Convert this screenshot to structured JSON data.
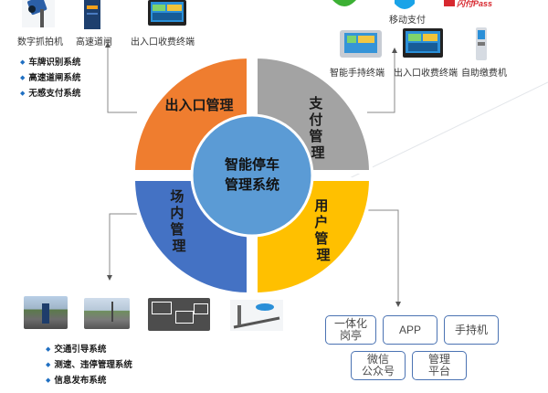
{
  "top_left_devices": [
    {
      "caption": "数字抓拍机",
      "icon": "camera-icon"
    },
    {
      "caption": "高速道闸",
      "icon": "barrier-gate-icon"
    },
    {
      "caption": "出入口收费终端",
      "icon": "toll-terminal-icon"
    }
  ],
  "top_left_list": [
    "车牌识别系统",
    "高速道闸系统",
    "无感支付系统"
  ],
  "top_right_payments": [
    {
      "caption": "",
      "icon": "wechat-icon"
    },
    {
      "caption": "移动支付",
      "icon": "mobile-pay-icon"
    },
    {
      "caption": "",
      "icon": "quickpass-icon",
      "label": "闪付Pass"
    }
  ],
  "top_right_devices": [
    {
      "caption": "智能手持终端",
      "icon": "handheld-terminal-icon"
    },
    {
      "caption": "出入口收费终端",
      "icon": "toll-terminal-icon"
    },
    {
      "caption": "自助缴费机",
      "icon": "kiosk-icon"
    }
  ],
  "quadrants": {
    "entrance": "出入口管理",
    "payment": "支付管理",
    "field": "场内管理",
    "user": "用户管理"
  },
  "center": {
    "line1": "智能停车",
    "line2": "管理系统"
  },
  "bottom_list": [
    "交通引导系统",
    "测速、违停管理系统",
    "信息发布系统"
  ],
  "user_channels": [
    "一体化\n岗亭",
    "APP",
    "手持机",
    "微信\n公众号",
    "管理\n平台"
  ],
  "colors": {
    "entrance": "#ef7d2f",
    "payment": "#a3a3a3",
    "field": "#4472c4",
    "user": "#ffc000",
    "center": "#5b9bd5",
    "accent": "#1f6fc2",
    "box_border": "#4b73b3"
  }
}
